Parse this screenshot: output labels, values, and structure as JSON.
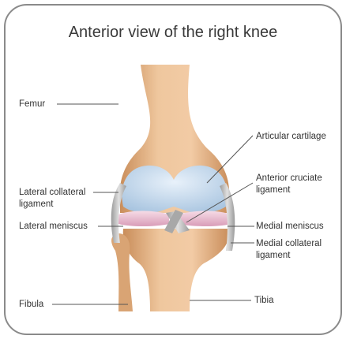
{
  "title": "Anterior view of the right knee",
  "labels": {
    "femur": "Femur",
    "articular_cartilage": "Articular cartilage",
    "lateral_collateral_ligament_1": "Lateral collateral",
    "lateral_collateral_ligament_2": "ligament",
    "anterior_cruciate_ligament_1": "Anterior cruciate",
    "anterior_cruciate_ligament_2": "ligament",
    "lateral_meniscus": "Lateral meniscus",
    "medial_meniscus": "Medial meniscus",
    "medial_collateral_ligament_1": "Medial collateral",
    "medial_collateral_ligament_2": "ligament",
    "fibula": "Fibula",
    "tibia": "Tibia"
  },
  "colors": {
    "bone": "#e7b98e",
    "bone_shadow": "#c9915f",
    "cartilage": "#c9def0",
    "meniscus": "#e8bcd0",
    "ligament": "#c2c2c2",
    "leader_line": "#555555",
    "frame": "#7a7a7a"
  }
}
